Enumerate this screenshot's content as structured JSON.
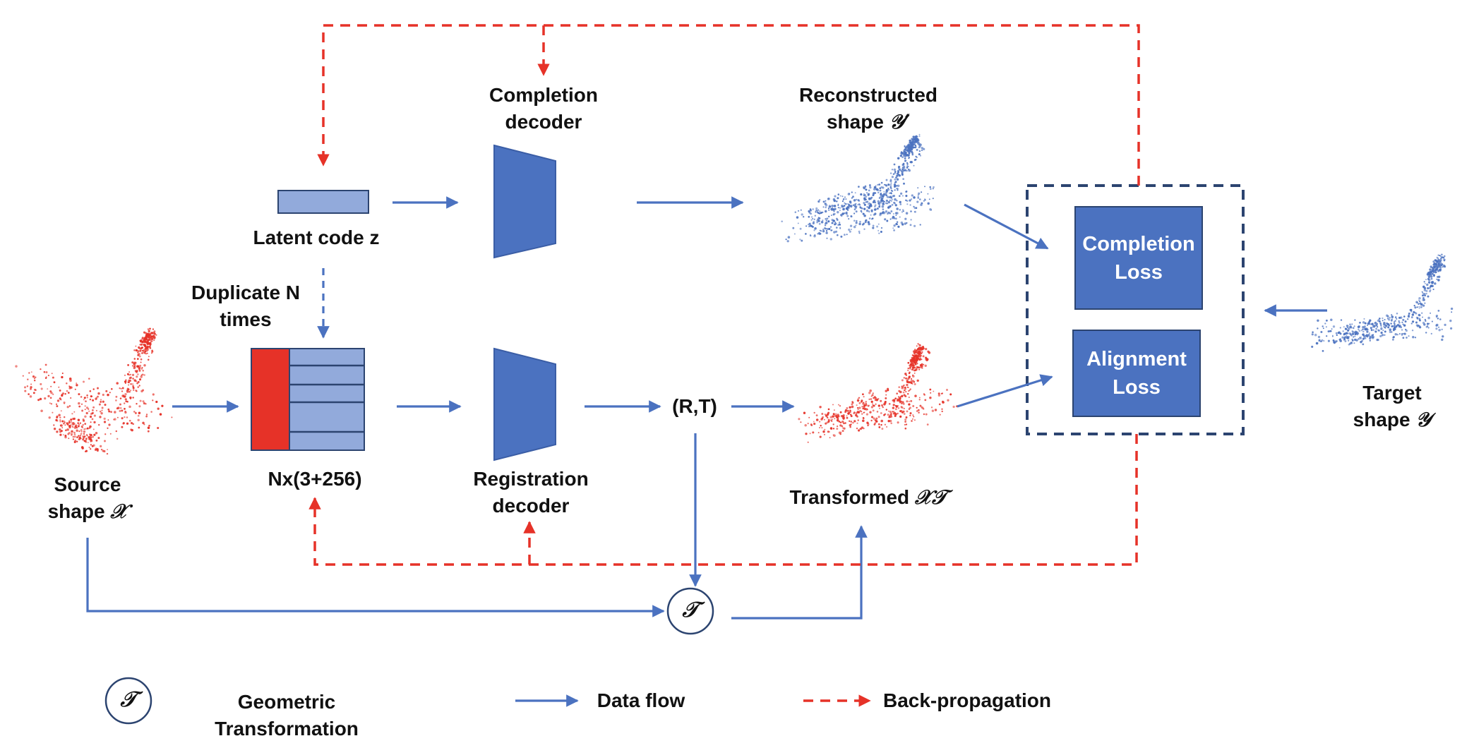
{
  "colors": {
    "blue": "#4b72c0",
    "light_blue": "#92aadb",
    "red": "#e63228",
    "dark_dash": "#2c4470",
    "text": "#111111"
  },
  "labels": {
    "completion_decoder": [
      "Completion",
      "decoder"
    ],
    "reconstructed_shape": [
      "Reconstructed",
      "shape"
    ],
    "reconstructed_symbol": "𝒴′",
    "latent_code": "Latent code z",
    "duplicate": [
      "Duplicate N",
      "times"
    ],
    "feature_matrix": "Nx(3+256)",
    "registration_decoder": [
      "Registration",
      "decoder"
    ],
    "rt": "(R,T)",
    "transformed": "Transformed",
    "transformed_symbol": "𝒳𝒯",
    "source_shape": [
      "Source",
      "shape"
    ],
    "source_symbol": "𝒳",
    "target_shape": [
      "Target",
      "shape"
    ],
    "target_symbol": "𝒴",
    "transform_op": "𝒯"
  },
  "loss_boxes": {
    "completion": [
      "Completion",
      "Loss"
    ],
    "alignment": [
      "Alignment",
      "Loss"
    ]
  },
  "legend": {
    "op_symbol": "𝒯",
    "op_label": [
      "Geometric",
      "Transformation"
    ],
    "data_flow": "Data flow",
    "back_propagation": "Back-propagation"
  },
  "icons": {
    "source_cloud": "red-point-cloud-airplane-icon",
    "transformed_cloud": "red-point-cloud-airplane-icon",
    "reconstructed_cloud": "blue-point-cloud-airplane-icon",
    "target_cloud": "blue-point-cloud-airplane-icon"
  }
}
